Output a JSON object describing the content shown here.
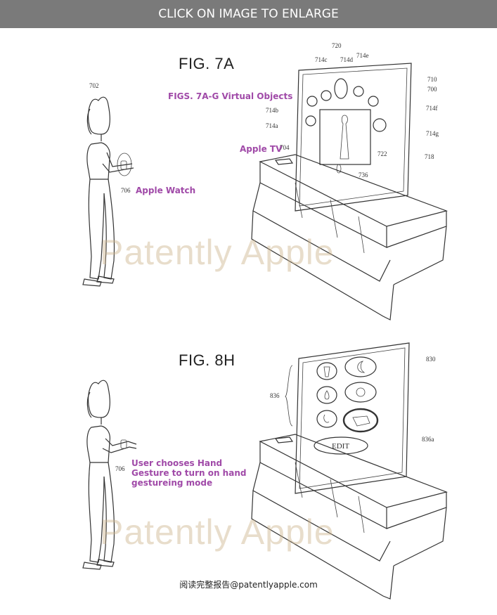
{
  "banner": {
    "text": "CLICK ON IMAGE TO ENLARGE"
  },
  "figure_top": {
    "title": "FIG. 7A",
    "annotations": {
      "virtual_objects": "FIGS. 7A-G Virtual Objects",
      "apple_tv": "Apple TV",
      "apple_watch": "Apple Watch"
    },
    "refs": {
      "r702": "702",
      "r706": "706",
      "r720": "720",
      "r714c": "714c",
      "r714d": "714d",
      "r714e": "714e",
      "r710": "710",
      "r700": "700",
      "r714b": "714b",
      "r714f": "714f",
      "r714a": "714a",
      "r714g": "714g",
      "r704": "704",
      "r718": "718",
      "r722": "722",
      "r736": "736"
    }
  },
  "figure_bottom": {
    "title": "FIG. 8H",
    "annotation": "User chooses Hand Gesture to turn on hand gestureing mode",
    "edit_label": "EDIT",
    "refs": {
      "r830": "830",
      "r836": "836",
      "r836a": "836a",
      "r706": "706"
    }
  },
  "watermark": "Patently Apple",
  "footer": "阅读完整报告@patentlyapple.com"
}
